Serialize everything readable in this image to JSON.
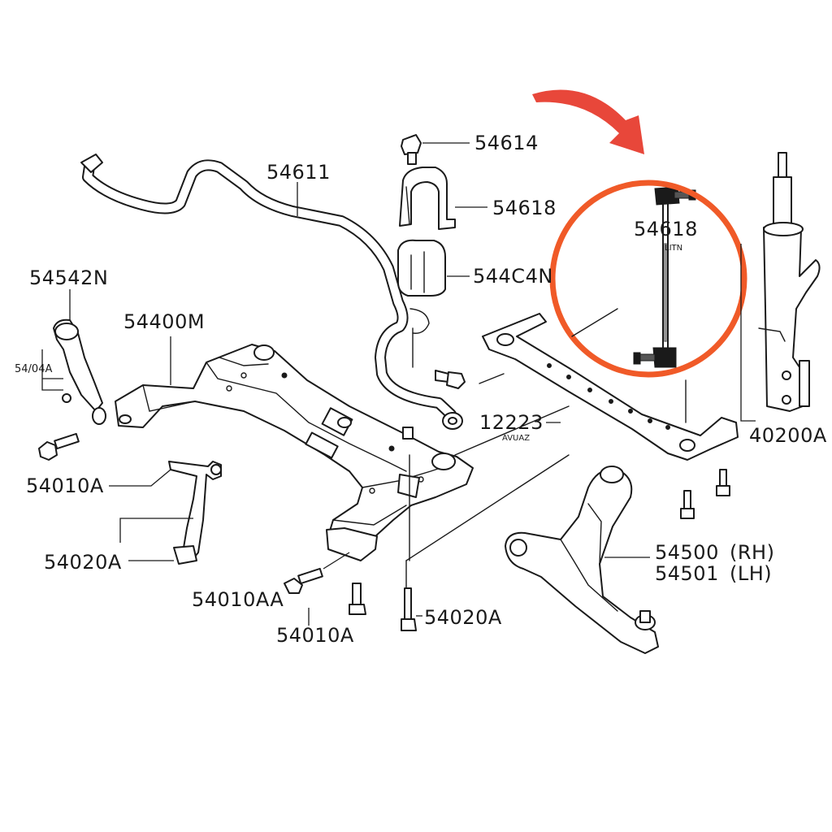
{
  "diagram": {
    "highlight_color": "#f05a28",
    "arrow_color": "#e8473a",
    "labels": {
      "p54614": "54614",
      "p54611": "54611",
      "p54618_top": "54618",
      "p54618_link": "54618",
      "p54618_link_sub": "LITN",
      "p544c4n": "544C4N",
      "p54542n": "54542N",
      "p54400m": "54400M",
      "p5404a": "54/04A",
      "p12223": "12223",
      "p12223_sub": "AVUAZ",
      "p40200a": "40200A",
      "p54010a_left": "54010A",
      "p54020a_left": "54020A",
      "p54010aa": "54010AA",
      "p54010a_bottom": "54010A",
      "p54020a_bottom": "54020A",
      "p54500": "54500",
      "p54500_side": "(RH)",
      "p54501": "54501",
      "p54501_side": "(LH)"
    }
  }
}
